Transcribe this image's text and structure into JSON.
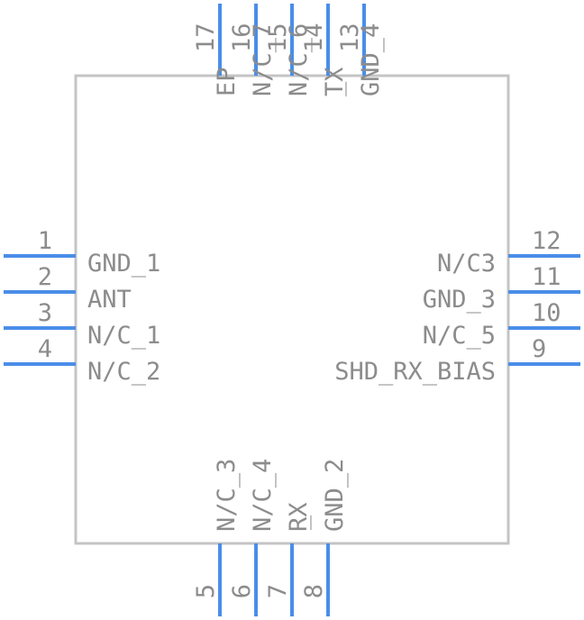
{
  "colors": {
    "pin": "#4a8ee8",
    "body_outline": "#c4c4c4",
    "text": "#8c8c8c"
  },
  "component": {
    "pins": [
      {
        "number": "1",
        "name": "GND_1",
        "side": "left"
      },
      {
        "number": "2",
        "name": "ANT",
        "side": "left"
      },
      {
        "number": "3",
        "name": "N/C_1",
        "side": "left"
      },
      {
        "number": "4",
        "name": "N/C_2",
        "side": "left"
      },
      {
        "number": "5",
        "name": "N/C_3",
        "side": "bottom"
      },
      {
        "number": "6",
        "name": "N/C_4",
        "side": "bottom"
      },
      {
        "number": "7",
        "name": "RX",
        "side": "bottom"
      },
      {
        "number": "8",
        "name": "GND_2",
        "side": "bottom"
      },
      {
        "number": "9",
        "name": "SHD_RX_BIAS",
        "side": "right"
      },
      {
        "number": "10",
        "name": "N/C_5",
        "side": "right"
      },
      {
        "number": "11",
        "name": "GND_3",
        "side": "right"
      },
      {
        "number": "12",
        "name": "N/C3",
        "side": "right"
      },
      {
        "number": "13",
        "name": "GND_4",
        "side": "top"
      },
      {
        "number": "14",
        "name": "TX",
        "side": "top"
      },
      {
        "number": "15",
        "name": "N/C_6",
        "side": "top"
      },
      {
        "number": "16",
        "name": "N/C_7",
        "side": "top"
      },
      {
        "number": "17",
        "name": "EP",
        "side": "top"
      }
    ],
    "overbars": {
      "rx_bar": "_",
      "tx_bar": "_"
    }
  }
}
